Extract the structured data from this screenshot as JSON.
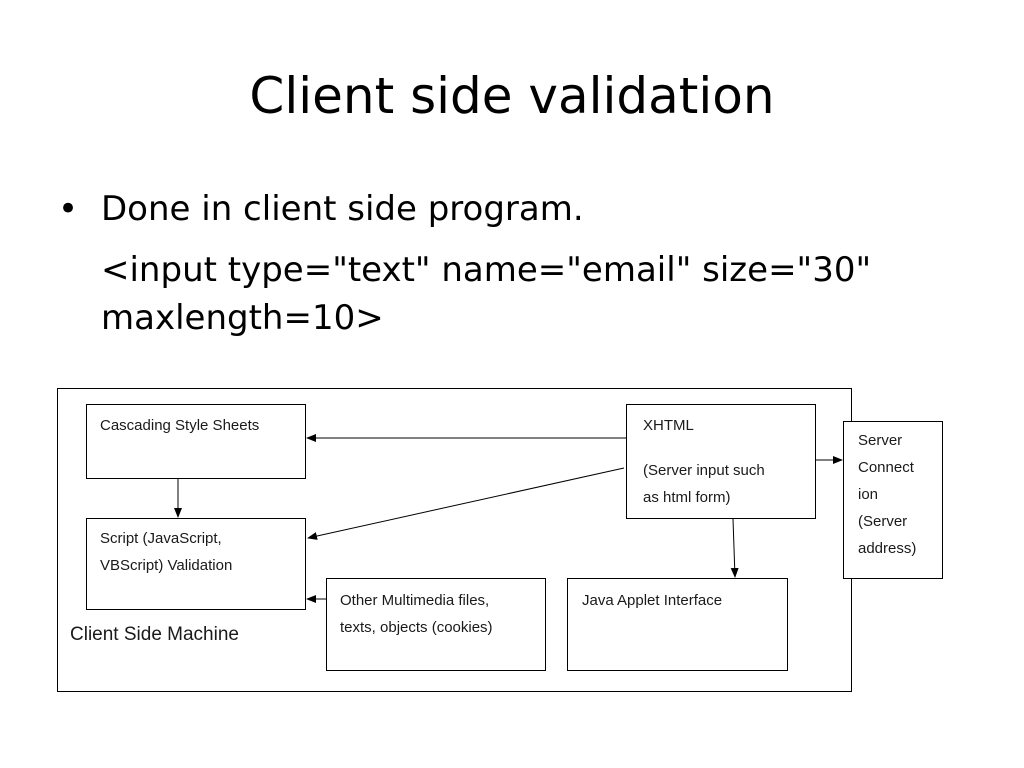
{
  "slide": {
    "title": "Client side validation",
    "bullet_symbol": "•",
    "bullet_text": "Done in client side program.",
    "code_line_1": "<input type=\"text\" name=\"email\" size=\"30\"",
    "code_line_2": "maxlength=10>"
  },
  "diagram": {
    "container_label": "Client Side Machine",
    "nodes": {
      "css": {
        "label": "Cascading Style Sheets"
      },
      "script": {
        "line1": "Script (JavaScript,",
        "line2": "VBScript) Validation"
      },
      "xhtml": {
        "line1": "XHTML",
        "line2": "(Server input such",
        "line3": "as html form)"
      },
      "multimedia": {
        "line1": "Other Multimedia files,",
        "line2": "texts, objects (cookies)"
      },
      "applet": {
        "label": "Java Applet Interface"
      },
      "server": {
        "line1": "Server",
        "line2": "Connect",
        "line3": "ion",
        "line4": "(Server",
        "line5": "address)"
      }
    },
    "edges": [
      {
        "from": "xhtml",
        "to": "css"
      },
      {
        "from": "css",
        "to": "script"
      },
      {
        "from": "xhtml",
        "to": "script"
      },
      {
        "from": "multimedia",
        "to": "script"
      },
      {
        "from": "xhtml",
        "to": "applet"
      },
      {
        "from": "xhtml",
        "to": "server"
      }
    ]
  }
}
